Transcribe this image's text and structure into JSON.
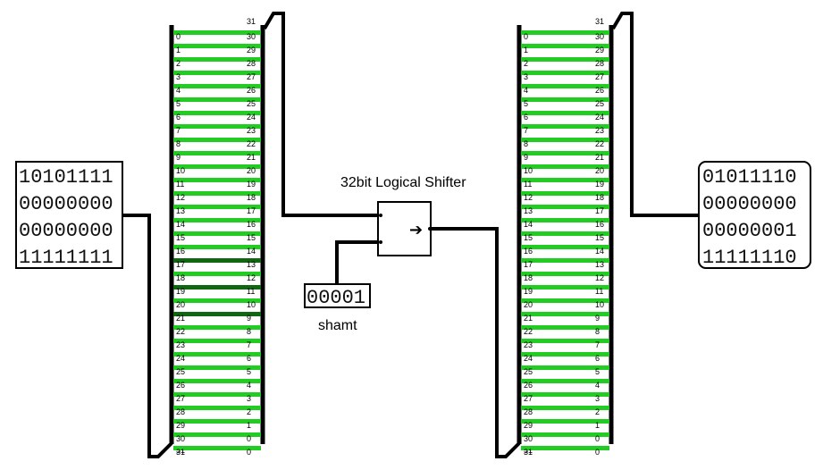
{
  "diagram": {
    "title": "32bit Logical Shifter",
    "shamt_label": "shamt",
    "shamt_value": "00001",
    "shifter_symbol": "➔",
    "input_probe_rows": [
      "10101111",
      "00000000",
      "00000000",
      "11111111"
    ],
    "output_probe_rows": [
      "01011110",
      "00000000",
      "00000001",
      "11111110"
    ],
    "splitter": {
      "bit_count": 32,
      "top_label": "31",
      "bottom_label": "31"
    },
    "colors": {
      "wire": "#000000",
      "bit_on": "#22cc22",
      "bit_off": "#116611",
      "splitter_bar": "#000000"
    },
    "left_splitter_bits_on": [
      1,
      1,
      1,
      1,
      1,
      1,
      1,
      1,
      1,
      1,
      1,
      1,
      1,
      1,
      1,
      1,
      1,
      0,
      1,
      0,
      1,
      0,
      1,
      1,
      1,
      1,
      1,
      1,
      1,
      1,
      1,
      1
    ],
    "right_splitter_bits_on": [
      1,
      1,
      1,
      1,
      1,
      1,
      1,
      1,
      1,
      1,
      1,
      1,
      1,
      1,
      1,
      1,
      1,
      1,
      1,
      1,
      1,
      1,
      1,
      1,
      1,
      1,
      1,
      1,
      1,
      1,
      1,
      1
    ]
  }
}
